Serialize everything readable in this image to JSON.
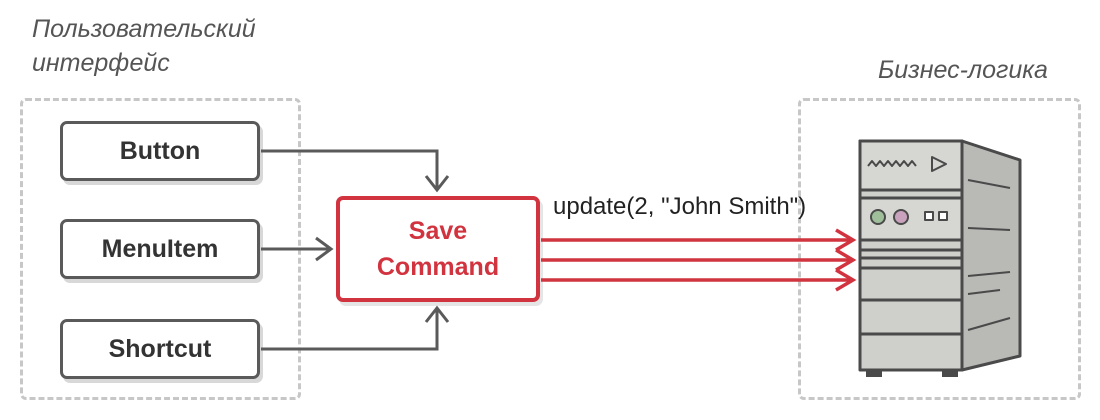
{
  "ui_group": {
    "label": "Пользовательский\nинтерфейс",
    "items": [
      "Button",
      "MenuItem",
      "Shortcut"
    ]
  },
  "command": {
    "label": "Save\nCommand"
  },
  "call": {
    "label": "update(2, \"John Smith\")"
  },
  "business_group": {
    "label": "Бизнес-логика"
  },
  "colors": {
    "accent": "#d1333f",
    "stroke": "#5a5a5a",
    "dashed": "#c7c7c7"
  }
}
